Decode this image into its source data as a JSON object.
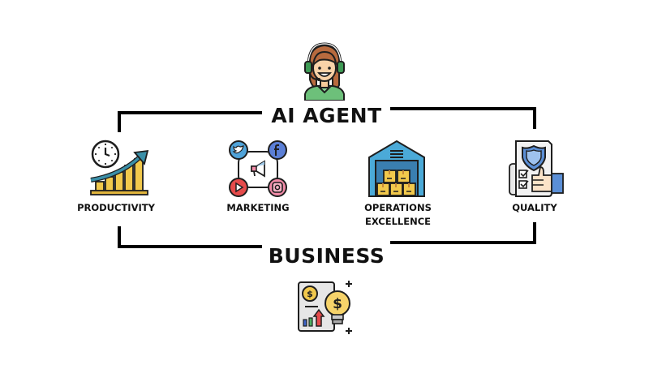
{
  "diagram": {
    "top_title": "AI AGENT",
    "bottom_title": "BUSINESS",
    "nodes": [
      {
        "label": "PRODUCTIVITY",
        "icon": "productivity-chart-clock-icon"
      },
      {
        "label": "MARKETING",
        "icon": "social-media-marketing-icon"
      },
      {
        "label": "OPERATIONS",
        "label2": "EXCELLENCE",
        "icon": "warehouse-boxes-icon"
      },
      {
        "label": "QUALITY",
        "icon": "quality-shield-thumbs-up-icon"
      }
    ],
    "top_icon": "customer-support-agent-headset-icon",
    "bottom_icon": "business-finance-lightbulb-icon",
    "colors": {
      "line": "#000000",
      "text": "#111111",
      "gold": "#F2C94C",
      "teal": "#3A8FA8",
      "green": "#6DC07A",
      "blue": "#5B8FD6",
      "red": "#E54B4B",
      "pink": "#F28BA8",
      "outline": "#1E1E1E"
    }
  }
}
